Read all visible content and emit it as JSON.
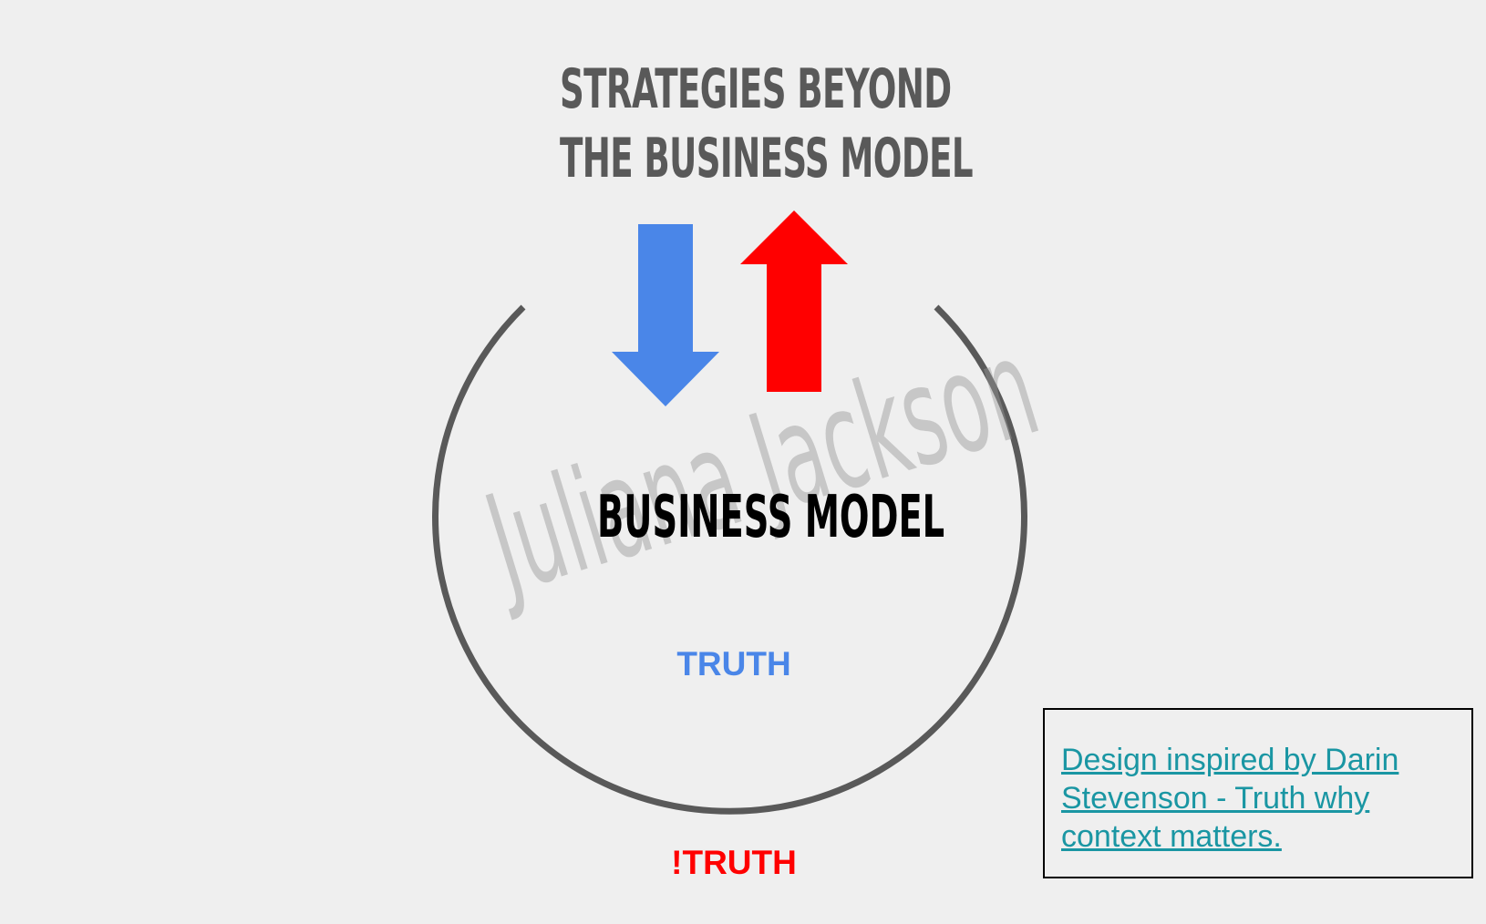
{
  "title": {
    "line1": "STRATEGIES BEYOND",
    "line2": "THE BUSINESS MODEL"
  },
  "center_label": "BUSINESS MODEL",
  "truth_label": "TRUTH",
  "not_truth_label": "!TRUTH",
  "watermark": "Juliana Jackson",
  "credit": {
    "text": "Design inspired by Darin Stevenson - Truth why context matters."
  },
  "colors": {
    "background": "#efefef",
    "title": "#595959",
    "circle": "#595959",
    "down_arrow": "#4a86e8",
    "up_arrow": "#ff0000",
    "link": "#1a96a3"
  }
}
